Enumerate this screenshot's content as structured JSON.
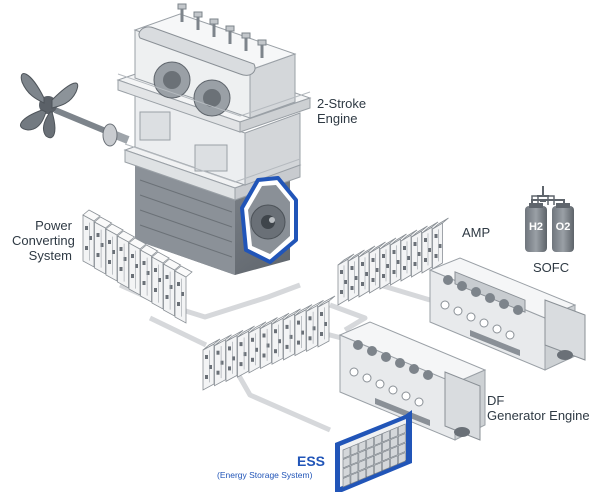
{
  "labels": {
    "engine_line1": "2-Stroke",
    "engine_line2": "Engine",
    "pcs_line1": "Power",
    "pcs_line2": "Converting",
    "pcs_line3": "System",
    "amp": "AMP",
    "sofc": "SOFC",
    "h2": "H2",
    "o2": "O2",
    "df_line1": "DF",
    "df_line2": "Generator Engine",
    "ess": "ESS",
    "ess_full": "(Energy Storage System)"
  },
  "colors": {
    "highlight": "#2155b8",
    "label_text": "#2f3a44",
    "line": "#d6d8db",
    "device_fill": "#f3f4f5",
    "device_dark": "#7d848b"
  },
  "icons": [
    "propeller-icon",
    "engine-icon",
    "motor-generator-icon",
    "cabinet-icon",
    "fuel-cell-icon",
    "battery-icon"
  ]
}
